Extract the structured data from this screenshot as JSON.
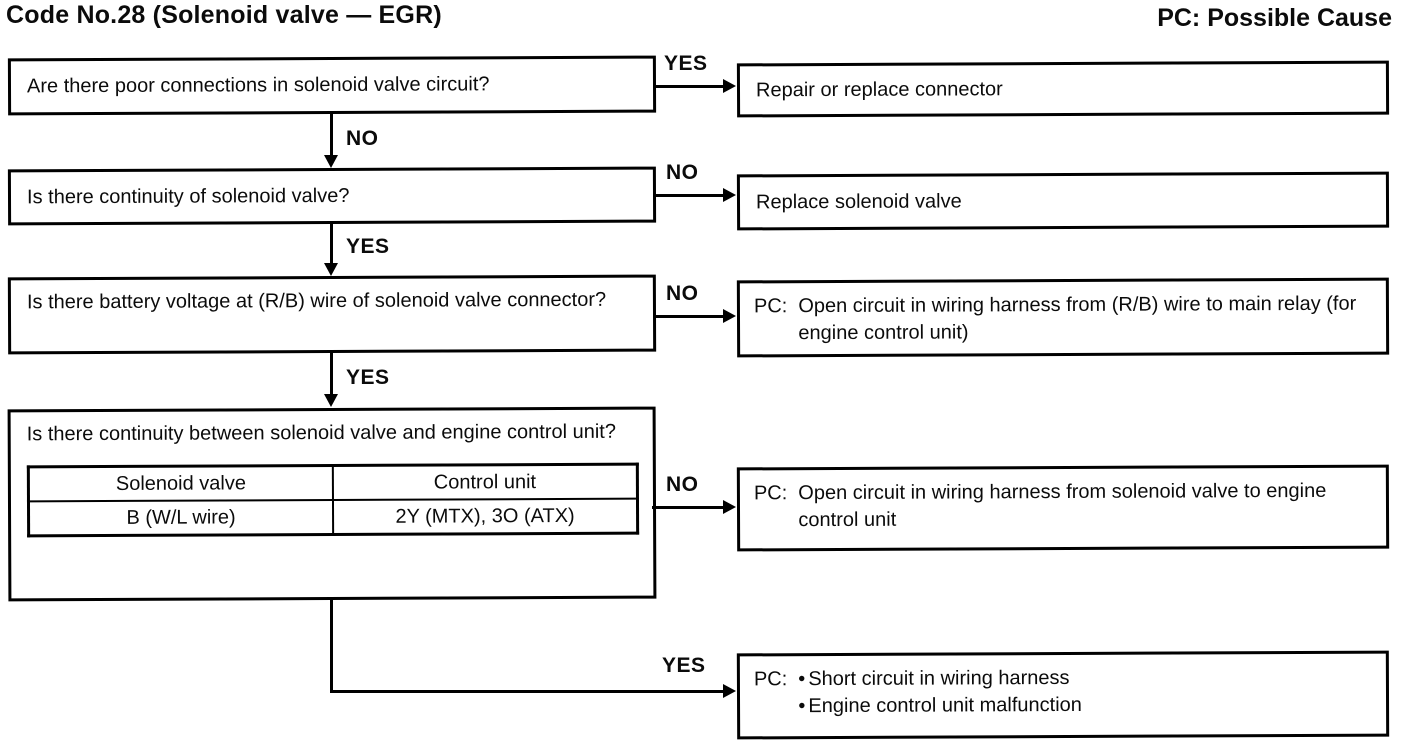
{
  "header": {
    "title": "Code No.28 (Solenoid valve — EGR)",
    "legend": "PC: Possible Cause"
  },
  "colors": {
    "ink": "#000000",
    "paper": "#ffffff"
  },
  "flowchart": {
    "questions": [
      {
        "text": "Are there poor connections in solenoid valve circuit?"
      },
      {
        "text": "Is there continuity of solenoid valve?"
      },
      {
        "text": "Is there battery voltage at (R/B) wire of solenoid valve connector?"
      },
      {
        "text": "Is there continuity between solenoid valve and engine control unit?",
        "table": {
          "headers": [
            "Solenoid valve",
            "Control unit"
          ],
          "rows": [
            [
              "B (W/L wire)",
              "2Y (MTX), 3O (ATX)"
            ]
          ]
        }
      }
    ],
    "results": [
      {
        "text": "Repair or replace connector"
      },
      {
        "text": "Replace solenoid valve"
      },
      {
        "prefix": "PC:",
        "text": "Open circuit in wiring harness from (R/B) wire to main relay (for engine control unit)"
      },
      {
        "prefix": "PC:",
        "text": "Open circuit in wiring harness from solenoid valve to engine control unit"
      },
      {
        "prefix": "PC:",
        "bullet": "•",
        "bullets": [
          "Short circuit in wiring harness",
          "Engine control unit malfunction"
        ]
      }
    ],
    "edges": [
      {
        "from": "q1",
        "to": "r1",
        "label": "YES"
      },
      {
        "from": "q1",
        "to": "q2",
        "label": "NO"
      },
      {
        "from": "q2",
        "to": "r2",
        "label": "NO"
      },
      {
        "from": "q2",
        "to": "q3",
        "label": "YES"
      },
      {
        "from": "q3",
        "to": "r3",
        "label": "NO"
      },
      {
        "from": "q3",
        "to": "q4",
        "label": "YES"
      },
      {
        "from": "q4",
        "to": "r4",
        "label": "NO"
      },
      {
        "from": "q4",
        "to": "r5",
        "label": "YES"
      }
    ]
  }
}
